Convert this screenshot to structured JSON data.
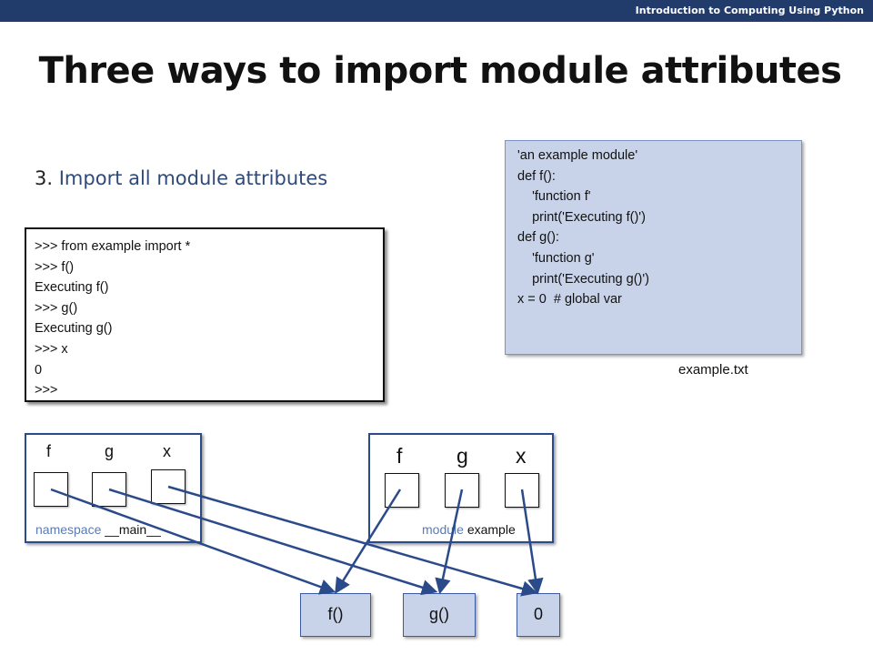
{
  "header": {
    "course": "Introduction to Computing Using Python"
  },
  "slide": {
    "title": "Three ways to import module attributes",
    "subtitle_num": "3.",
    "subtitle": "Import all module attributes"
  },
  "shell": {
    "lines": [
      ">>> from example import *",
      ">>> f()",
      "Executing f()",
      ">>> g()",
      "Executing g()",
      ">>> x",
      "0",
      ">>>"
    ]
  },
  "module_code": {
    "lines": [
      "'an example module'",
      "def f():",
      "    'function f'",
      "    print('Executing f()')",
      "",
      "def g():",
      "    'function g'",
      "    print('Executing g()')",
      "",
      "x = 0  # global var"
    ],
    "filename": "example.txt"
  },
  "namespace_main": {
    "names": [
      "f",
      "g",
      "x"
    ],
    "caption_kw": "namespace",
    "caption_name": "__main__"
  },
  "namespace_module": {
    "names": [
      "f",
      "g",
      "x"
    ],
    "caption_kw": "module",
    "caption_name": "example"
  },
  "objects": {
    "f": "f()",
    "g": "g()",
    "x": "0"
  },
  "colors": {
    "header_bar": "#213b6b",
    "accent_text": "#2f4a78",
    "box_fill": "#c8d3ea",
    "arrow": "#2b4a8a"
  }
}
